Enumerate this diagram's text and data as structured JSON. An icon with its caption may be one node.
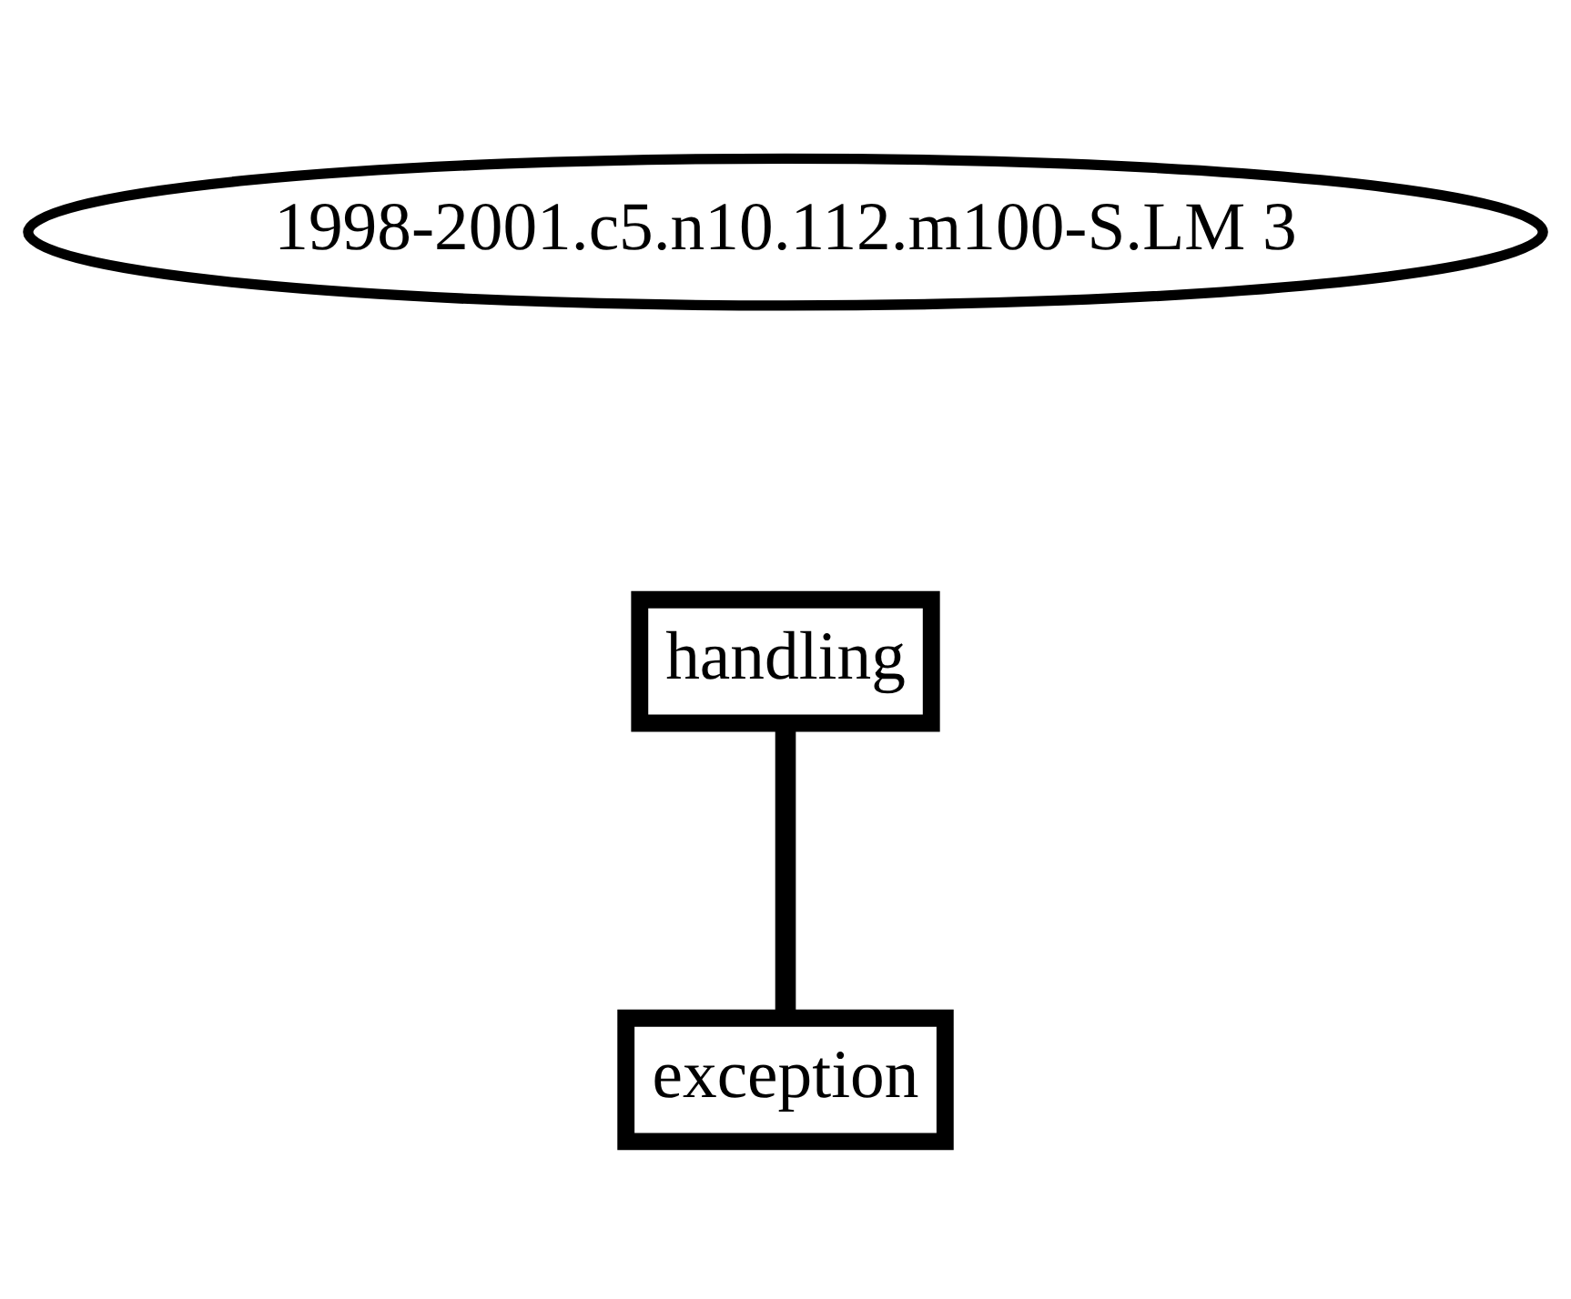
{
  "diagram": {
    "nodes": [
      {
        "text": [
          "1998-2001.c5.n10.112.m100-S.LM 3"
        ]
      },
      {
        "text": [
          "handling"
        ]
      },
      {
        "text": [
          "exception"
        ]
      }
    ],
    "edges": [
      {
        "from": 1,
        "to": 2,
        "arrow": "none"
      }
    ]
  }
}
